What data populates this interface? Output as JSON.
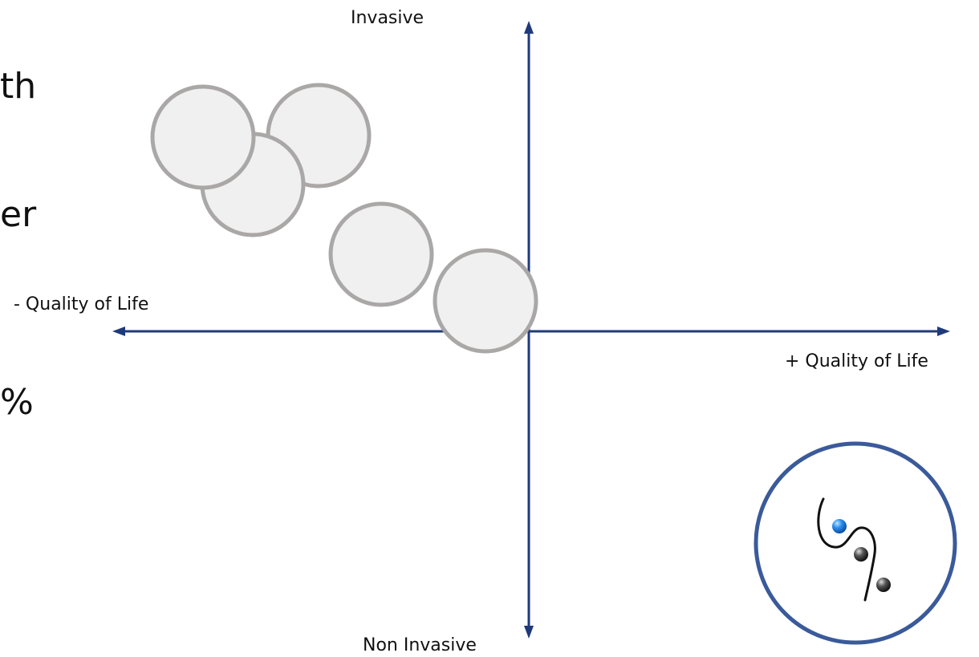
{
  "slide": {
    "clipped_text": [
      "th",
      "er",
      "%"
    ]
  },
  "axes": {
    "top_label": "Invasive",
    "bottom_label": "Non Invasive",
    "left_label": "- Quality of Life",
    "right_label": "+ Quality of Life",
    "color": "#1f3a7a"
  },
  "items": {
    "fill": "#f0f0f0",
    "stroke": "#aaa7a7",
    "count": 5
  },
  "logo": {
    "ring_color": "#3a5a9a",
    "icon": "snake-balls-icon",
    "ball_colors": [
      "#2a8ff0",
      "#3a3a3a",
      "#3a3a3a"
    ]
  }
}
